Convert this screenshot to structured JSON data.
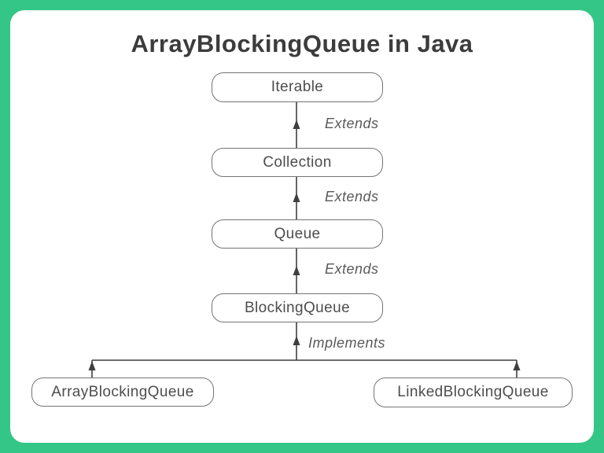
{
  "title": "ArrayBlockingQueue in Java",
  "theme": {
    "frame_green": "#34c686",
    "card_white": "#ffffff",
    "line_color": "#3f3f3f",
    "box_border": "#747474",
    "box_text": "#4d4d4d",
    "edge_label": "#5a5a5a",
    "title_color": "#3c3c3c"
  },
  "diagram": {
    "nodes": [
      {
        "id": "iterable",
        "label": "Iterable"
      },
      {
        "id": "collection",
        "label": "Collection"
      },
      {
        "id": "queue",
        "label": "Queue"
      },
      {
        "id": "blockingqueue",
        "label": "BlockingQueue"
      },
      {
        "id": "arrayblockingqueue",
        "label": "ArrayBlockingQueue"
      },
      {
        "id": "linkedblockingqueue",
        "label": "LinkedBlockingQueue"
      }
    ],
    "edge_labels": [
      {
        "id": "extends-1",
        "label": "Extends"
      },
      {
        "id": "extends-2",
        "label": "Extends"
      },
      {
        "id": "extends-3",
        "label": "Extends"
      },
      {
        "id": "implements",
        "label": "Implements"
      }
    ],
    "relations": [
      {
        "from": "Collection",
        "to": "Iterable",
        "type": "Extends"
      },
      {
        "from": "Queue",
        "to": "Collection",
        "type": "Extends"
      },
      {
        "from": "BlockingQueue",
        "to": "Queue",
        "type": "Extends"
      },
      {
        "from": "ArrayBlockingQueue",
        "to": "BlockingQueue",
        "type": "Implements"
      },
      {
        "from": "LinkedBlockingQueue",
        "to": "BlockingQueue",
        "type": "Implements"
      }
    ]
  }
}
